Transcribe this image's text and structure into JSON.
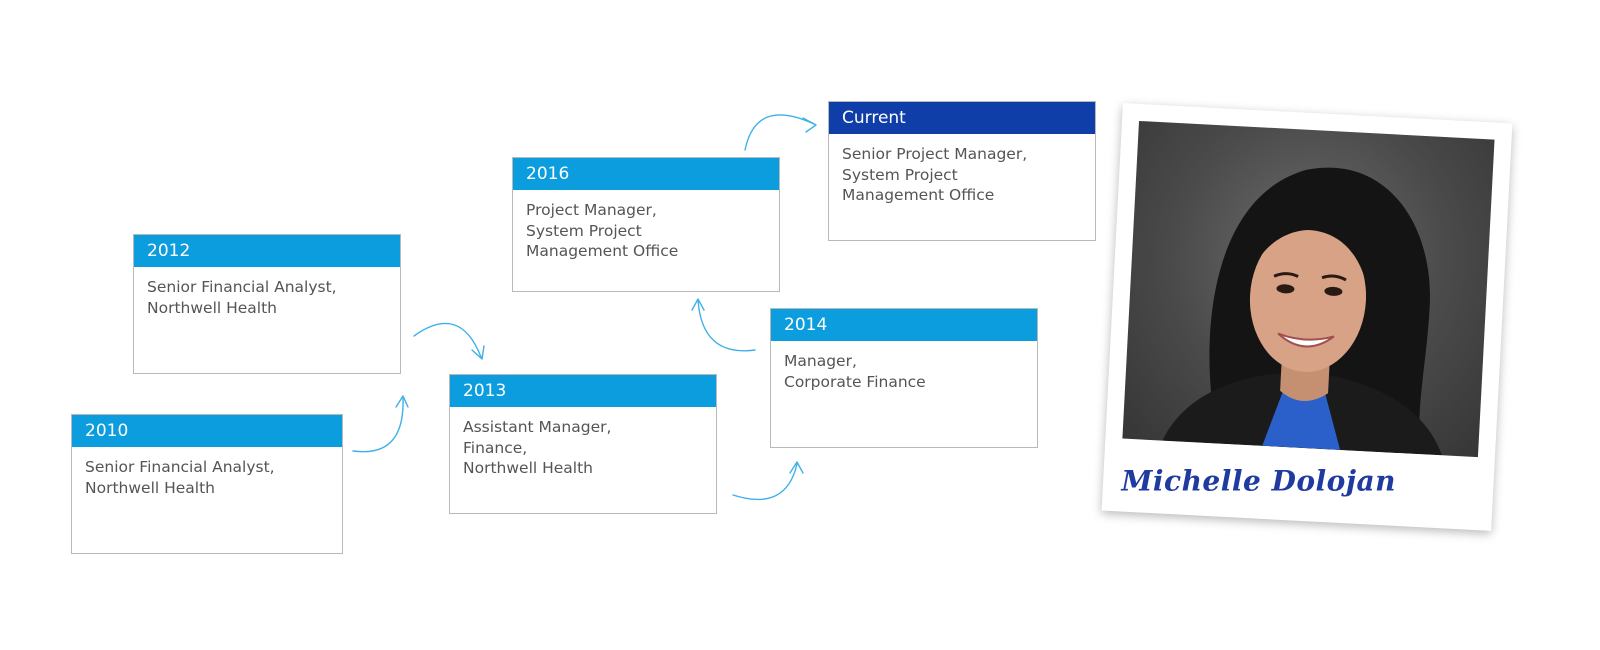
{
  "colors": {
    "milestone_header": "#0b9ddd",
    "current_header": "#0f3ea8",
    "arrow": "#3fb0e8",
    "body_text": "#555555",
    "signature_ink": "#1f3aa0"
  },
  "milestones": [
    {
      "year": "2010",
      "role": "Senior Financial Analyst,\nNorthwell Health"
    },
    {
      "year": "2012",
      "role": "Senior Financial Analyst,\nNorthwell Health"
    },
    {
      "year": "2013",
      "role": "Assistant Manager,\nFinance,\nNorthwell Health"
    },
    {
      "year": "2014",
      "role": "Manager,\nCorporate Finance"
    },
    {
      "year": "2016",
      "role": "Project Manager,\nSystem Project\nManagement Office"
    },
    {
      "year": "Current",
      "role": "Senior Project Manager,\nSystem Project\nManagement Office"
    }
  ],
  "profile": {
    "name": "Michelle Dolojan"
  }
}
